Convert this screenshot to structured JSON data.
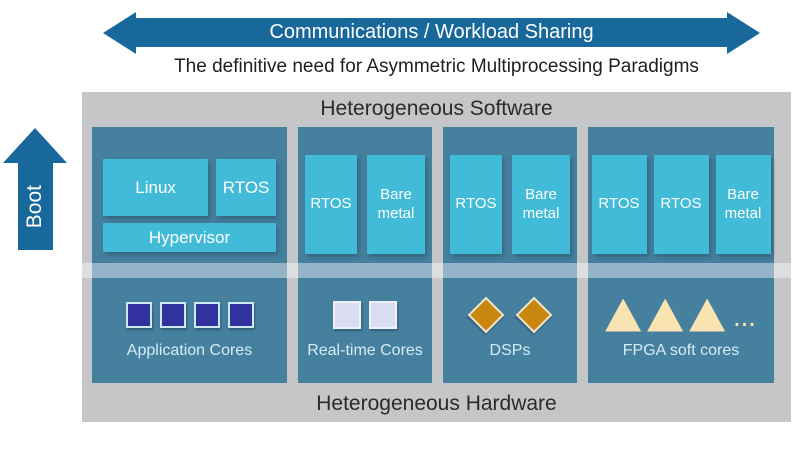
{
  "top": {
    "arrow_label": "Communications / Workload Sharing",
    "subtitle": "The definitive need for Asymmetric Multiprocessing Paradigms"
  },
  "boot": {
    "label": "Boot"
  },
  "container": {
    "software_title": "Heterogeneous Software",
    "hardware_title": "Heterogeneous Hardware"
  },
  "columns": [
    {
      "software_boxes": [
        {
          "label": "Linux"
        },
        {
          "label": "RTOS"
        },
        {
          "label": "Hypervisor"
        }
      ],
      "hardware": {
        "label": "Application Cores",
        "icon": "navy-square",
        "count": 4
      }
    },
    {
      "software_boxes": [
        {
          "label": "RTOS"
        },
        {
          "label": "Bare metal"
        }
      ],
      "hardware": {
        "label": "Real-time Cores",
        "icon": "lavender-square",
        "count": 2
      }
    },
    {
      "software_boxes": [
        {
          "label": "RTOS"
        },
        {
          "label": "Bare metal"
        }
      ],
      "hardware": {
        "label": "DSPs",
        "icon": "gold-diamond",
        "count": 2
      }
    },
    {
      "software_boxes": [
        {
          "label": "RTOS"
        },
        {
          "label": "RTOS"
        },
        {
          "label": "Bare metal"
        }
      ],
      "hardware": {
        "label": "FPGA soft cores",
        "icon": "cream-triangle",
        "count": 3,
        "ellipsis": "..."
      }
    }
  ],
  "colors": {
    "arrow_teal": "#19689B",
    "container_gray": "#C5C6C8",
    "column_steel": "#45809F",
    "box_cyan": "#41BBD7",
    "core_navy": "#32329F",
    "core_lavender": "#DADCF2",
    "dsp_gold": "#C8860D",
    "fpga_cream": "#F9E3B1",
    "hardware_label_text": "#D5ECF5"
  }
}
